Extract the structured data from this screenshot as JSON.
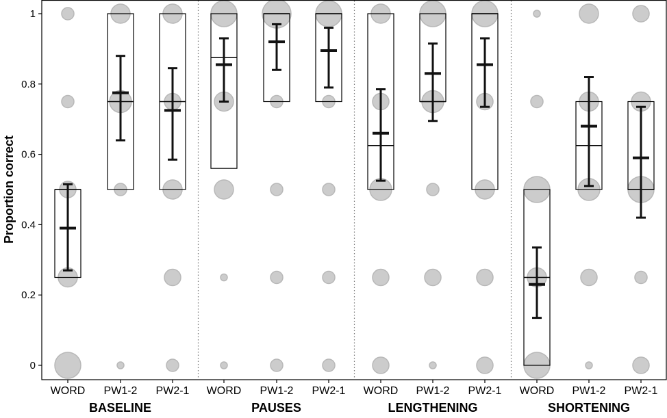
{
  "chart_data": {
    "type": "boxplot-bubble",
    "ylabel": "Proportion correct",
    "xlabel": "",
    "ylim": [
      0,
      1
    ],
    "yticks": [
      "0",
      "0.2",
      "0.4",
      "0.6",
      "0.8",
      "1"
    ],
    "ytick_values": [
      0,
      0.2,
      0.4,
      0.6,
      0.8,
      1
    ],
    "grid": false,
    "bubble_color": "#cccccc",
    "box_color": "#000000",
    "groups": [
      {
        "name": "BASELINE",
        "conditions": [
          {
            "label": "WORD",
            "q1": 0.25,
            "median": 0.5,
            "q3": 0.5,
            "mean": 0.39,
            "ci": [
              0.27,
              0.515
            ],
            "bubbles": [
              [
                0,
                6
              ],
              [
                0.25,
                4
              ],
              [
                0.5,
                3
              ],
              [
                0.75,
                2
              ],
              [
                1,
                2
              ]
            ]
          },
          {
            "label": "PW1-2",
            "q1": 0.5,
            "median": 0.75,
            "q3": 1,
            "mean": 0.775,
            "ci": [
              0.64,
              0.88
            ],
            "bubbles": [
              [
                0,
                1
              ],
              [
                0.25,
                0
              ],
              [
                0.5,
                2
              ],
              [
                0.75,
                5
              ],
              [
                1,
                4
              ]
            ]
          },
          {
            "label": "PW2-1",
            "q1": 0.5,
            "median": 0.75,
            "q3": 1,
            "mean": 0.725,
            "ci": [
              0.585,
              0.845
            ],
            "bubbles": [
              [
                0,
                2
              ],
              [
                0.25,
                3
              ],
              [
                0.5,
                4
              ],
              [
                0.75,
                3
              ],
              [
                1,
                4
              ]
            ]
          }
        ]
      },
      {
        "name": "PAUSES",
        "conditions": [
          {
            "label": "WORD",
            "q1": 0.56,
            "median": 0.875,
            "q3": 1,
            "mean": 0.855,
            "ci": [
              0.75,
              0.93
            ],
            "bubbles": [
              [
                0,
                1
              ],
              [
                0.25,
                1
              ],
              [
                0.5,
                4
              ],
              [
                0.75,
                4
              ],
              [
                1,
                6
              ]
            ]
          },
          {
            "label": "PW1-2",
            "q1": 0.75,
            "median": 1,
            "q3": 1,
            "mean": 0.92,
            "ci": [
              0.84,
              0.97
            ],
            "bubbles": [
              [
                0,
                2
              ],
              [
                0.25,
                2
              ],
              [
                0.5,
                2
              ],
              [
                0.75,
                2
              ],
              [
                1,
                7
              ]
            ]
          },
          {
            "label": "PW2-1",
            "q1": 0.75,
            "median": 1,
            "q3": 1,
            "mean": 0.895,
            "ci": [
              0.79,
              0.96
            ],
            "bubbles": [
              [
                0,
                2
              ],
              [
                0.25,
                2
              ],
              [
                0.5,
                2
              ],
              [
                0.75,
                2
              ],
              [
                1,
                6
              ]
            ]
          }
        ]
      },
      {
        "name": "LENGTHENING",
        "conditions": [
          {
            "label": "WORD",
            "q1": 0.5,
            "median": 0.625,
            "q3": 1,
            "mean": 0.66,
            "ci": [
              0.525,
              0.785
            ],
            "bubbles": [
              [
                0,
                3
              ],
              [
                0.25,
                3
              ],
              [
                0.5,
                5
              ],
              [
                0.75,
                3
              ],
              [
                1,
                4
              ]
            ]
          },
          {
            "label": "PW1-2",
            "q1": 0.75,
            "median": 0.75,
            "q3": 1,
            "mean": 0.83,
            "ci": [
              0.695,
              0.915
            ],
            "bubbles": [
              [
                0,
                1
              ],
              [
                0.25,
                3
              ],
              [
                0.5,
                2
              ],
              [
                0.75,
                5
              ],
              [
                1,
                6
              ]
            ]
          },
          {
            "label": "PW2-1",
            "q1": 0.5,
            "median": 1,
            "q3": 1,
            "mean": 0.855,
            "ci": [
              0.735,
              0.93
            ],
            "bubbles": [
              [
                0,
                3
              ],
              [
                0.25,
                3
              ],
              [
                0.5,
                4
              ],
              [
                0.75,
                3
              ],
              [
                1,
                6
              ]
            ]
          }
        ]
      },
      {
        "name": "SHORTENING",
        "conditions": [
          {
            "label": "WORD",
            "q1": 0,
            "median": 0.25,
            "q3": 0.5,
            "mean": 0.23,
            "ci": [
              0.135,
              0.335
            ],
            "bubbles": [
              [
                0,
                6
              ],
              [
                0.25,
                4
              ],
              [
                0.5,
                6
              ],
              [
                0.75,
                2
              ],
              [
                1,
                1
              ]
            ]
          },
          {
            "label": "PW1-2",
            "q1": 0.5,
            "median": 0.625,
            "q3": 0.75,
            "mean": 0.68,
            "ci": [
              0.51,
              0.82
            ],
            "bubbles": [
              [
                0,
                1
              ],
              [
                0.25,
                3
              ],
              [
                0.5,
                5
              ],
              [
                0.75,
                4
              ],
              [
                1,
                4
              ]
            ]
          },
          {
            "label": "PW2-1",
            "q1": 0.5,
            "median": 0.5,
            "q3": 0.75,
            "mean": 0.59,
            "ci": [
              0.42,
              0.735
            ],
            "bubbles": [
              [
                0,
                3
              ],
              [
                0.25,
                2
              ],
              [
                0.5,
                6
              ],
              [
                0.75,
                4
              ],
              [
                1,
                3
              ]
            ]
          }
        ]
      }
    ]
  }
}
